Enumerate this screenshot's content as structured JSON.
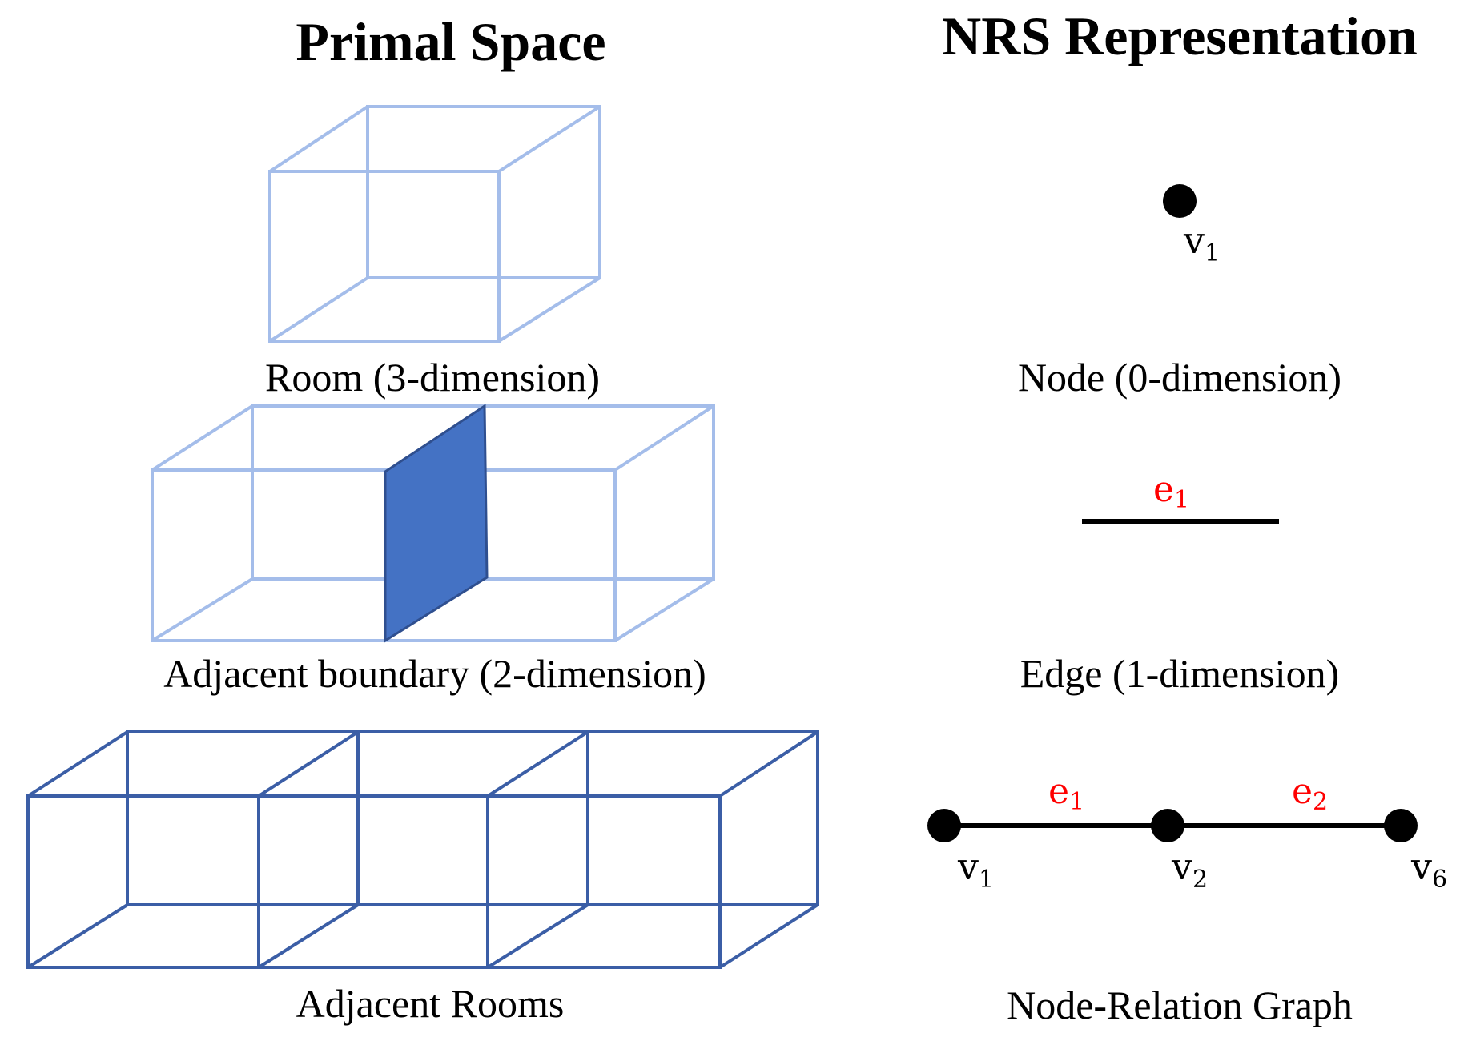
{
  "headings": {
    "primal": "Primal Space",
    "nrs": "NRS Representation"
  },
  "captions": {
    "room": "Room (3-dimension)",
    "boundary": "Adjacent boundary (2-dimension)",
    "rooms": "Adjacent Rooms",
    "node": "Node (0-dimension)",
    "edge": "Edge (1-dimension)",
    "graph": "Node-Relation Graph"
  },
  "labels": {
    "node_v": "v",
    "node_v_sub": "1",
    "edge_e": "e",
    "edge_e_sub": "1",
    "g_v1": "v",
    "g_v1_sub": "1",
    "g_v2": "v",
    "g_v2_sub": "2",
    "g_v6": "v",
    "g_v6_sub": "6",
    "g_e1": "e",
    "g_e1_sub": "1",
    "g_e2": "e",
    "g_e2_sub": "2"
  },
  "colors": {
    "light_box": "#a4bdea",
    "dark_box": "#3b5ea6",
    "boundary_fill": "#4472c4",
    "boundary_stroke": "#2f4f8f",
    "edge_label": "#ff0000",
    "graph": "#000000"
  }
}
